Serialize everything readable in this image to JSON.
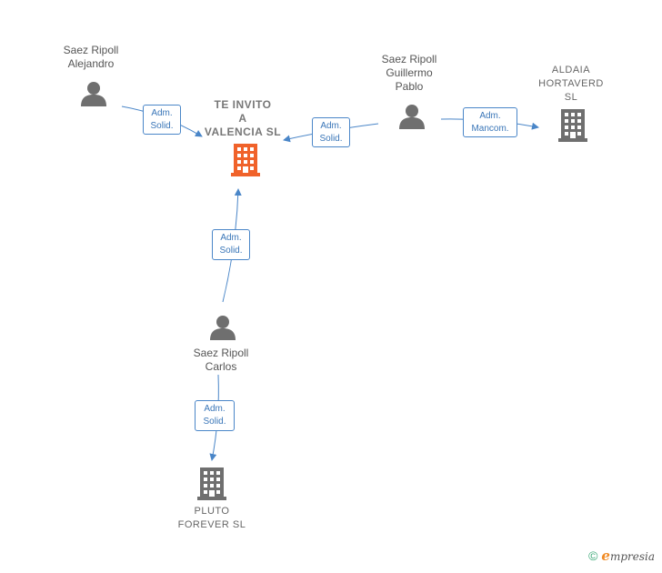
{
  "persons": [
    {
      "id": "alejandro",
      "name_line1": "Saez Ripoll",
      "name_line2": "Alejandro",
      "name_line3": ""
    },
    {
      "id": "guillermo",
      "name_line1": "Saez Ripoll",
      "name_line2": "Guillermo",
      "name_line3": "Pablo"
    },
    {
      "id": "carlos",
      "name_line1": "Saez Ripoll",
      "name_line2": "Carlos",
      "name_line3": ""
    }
  ],
  "companies": [
    {
      "id": "teinvito",
      "line1": "TE INVITO",
      "line2": "A",
      "line3": "VALENCIA  SL",
      "color": "#f0622a"
    },
    {
      "id": "aldaia",
      "line1": "ALDAIA",
      "line2": "HORTAVERD",
      "line3": "SL",
      "color": "#6f6f6f"
    },
    {
      "id": "pluto",
      "line1": "PLUTO",
      "line2": "FOREVER  SL",
      "line3": "",
      "color": "#6f6f6f"
    }
  ],
  "edges": [
    {
      "from": "alejandro",
      "to": "teinvito",
      "line1": "Adm.",
      "line2": "Solid."
    },
    {
      "from": "guillermo",
      "to": "teinvito",
      "line1": "Adm.",
      "line2": "Solid."
    },
    {
      "from": "guillermo",
      "to": "aldaia",
      "line1": "Adm.",
      "line2": "Mancom."
    },
    {
      "from": "carlos",
      "to": "teinvito",
      "line1": "Adm.",
      "line2": "Solid."
    },
    {
      "from": "carlos",
      "to": "pluto",
      "line1": "Adm.",
      "line2": "Solid."
    }
  ],
  "colors": {
    "edge": "#4a86c8",
    "person_icon": "#6f6f6f"
  },
  "footer": {
    "copyright": "©",
    "brand_initial": "e",
    "brand_rest": "mpresia"
  }
}
